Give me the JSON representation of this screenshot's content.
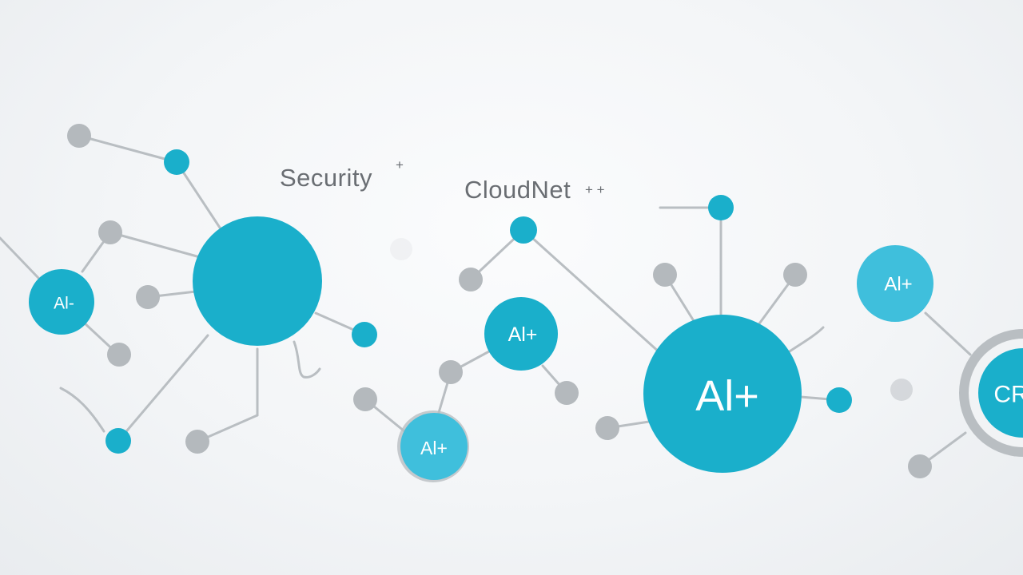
{
  "labels": {
    "security": "Security",
    "security_mark": "+",
    "cloudnet": "CloudNet",
    "cloudnet_mark": "+ +",
    "hub_left": "Al-",
    "hub_center_small": "Al+",
    "hub_bottom_small": "Al+",
    "hub_main": "Al+",
    "hub_right_small": "Al+",
    "hub_edge": "CR"
  },
  "colors": {
    "accent": "#1aafcb",
    "accent_light": "#3fbfdc",
    "satellite": "#b4b9bd",
    "line": "#b9bec2",
    "ring": "#b9bec2",
    "text": "#6a6e73"
  }
}
